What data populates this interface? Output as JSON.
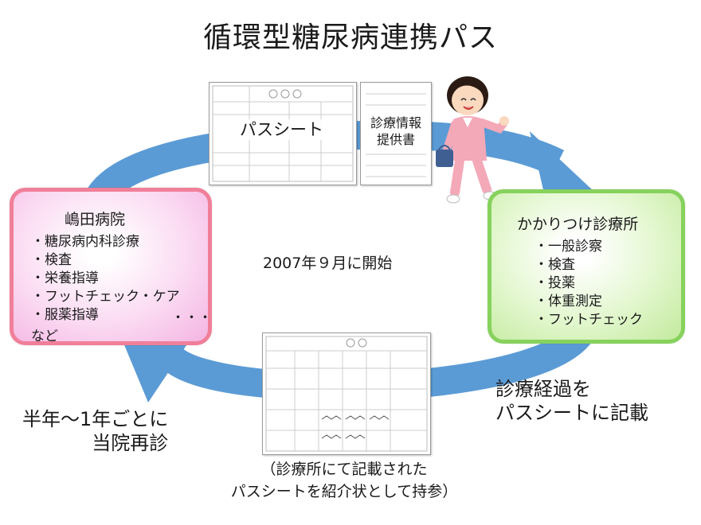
{
  "title": "循環型糖尿病連携パス",
  "hospital": {
    "name": "嶋田病院",
    "items": [
      "・糖尿病内科診療",
      "・検査",
      "・栄養指導",
      "・フットチェック・ケア",
      "・服薬指導"
    ],
    "dots": "・・・",
    "tail": "など"
  },
  "clinic": {
    "name": "かかりつけ診療所",
    "items": [
      "・一般診察",
      "・検査",
      "・投薬",
      "・体重測定",
      "・フットチェック"
    ]
  },
  "center_text": "2007年９月に開始",
  "path_sheet_label": "パスシート",
  "info_sheet_label_line1": "診療情報",
  "info_sheet_label_line2": "提供書",
  "return_caption_line1": "半年〜1年ごとに",
  "return_caption_line2": "当院再診",
  "record_caption_line1": "診療経過を",
  "record_caption_line2": "パスシートに記載",
  "bring_caption_line1": "（診療所にて記載された",
  "bring_caption_line2": "パスシートを紹介状として持参）",
  "colors": {
    "arrow": "#5b9bd5",
    "hospital_border": "#f07f99",
    "clinic_border": "#86d25c"
  }
}
